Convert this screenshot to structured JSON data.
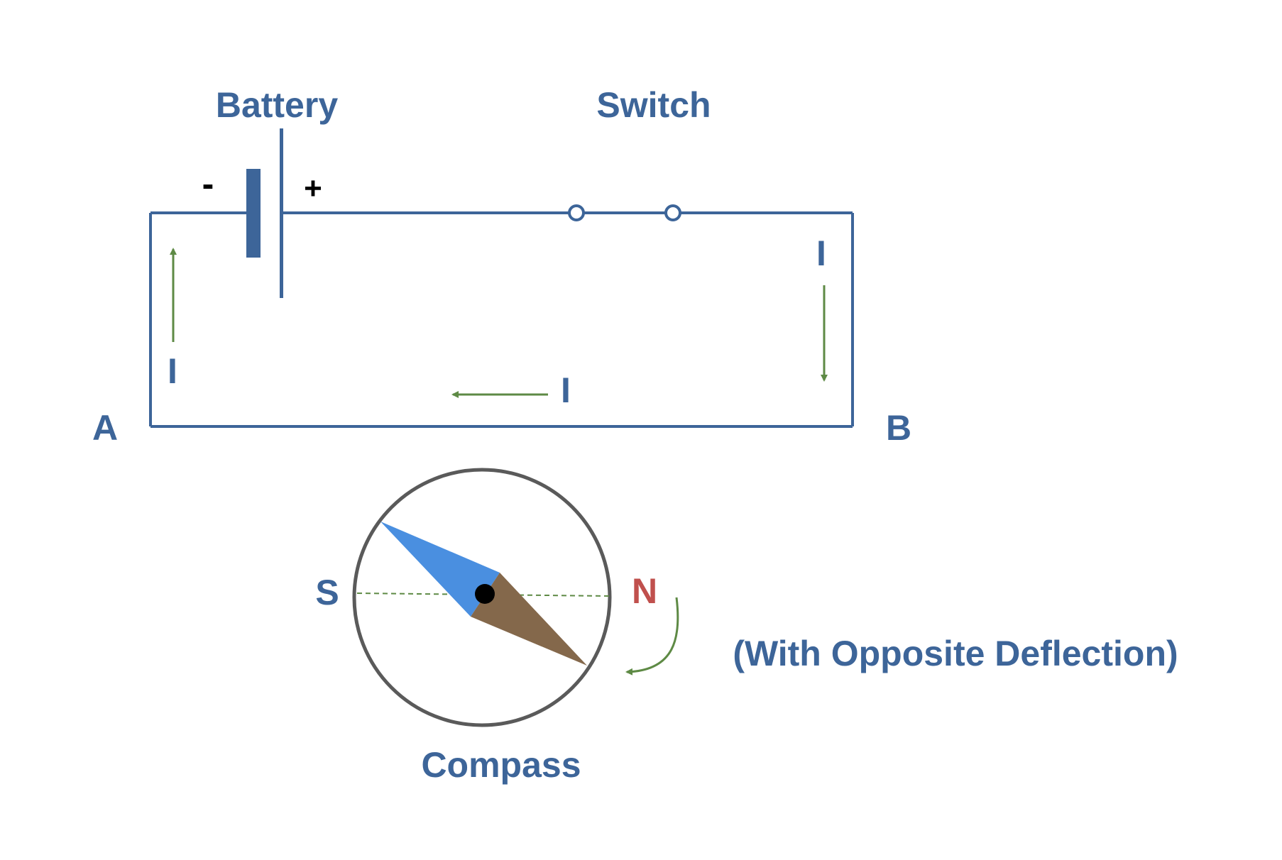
{
  "labels": {
    "battery": "Battery",
    "switch": "Switch",
    "minus": "-",
    "plus": "+",
    "point_a": "A",
    "point_b": "B",
    "current": "I",
    "south": "S",
    "north": "N",
    "compass": "Compass",
    "note": "(With Opposite Deflection)"
  },
  "colors": {
    "wire": "#3d6599",
    "text": "#3d6599",
    "arrow": "#5e8a45",
    "north": "#c0504d",
    "needle_south": "#4a8fe0",
    "needle_north": "#84684b",
    "compass_ring": "#5a5a5a"
  }
}
